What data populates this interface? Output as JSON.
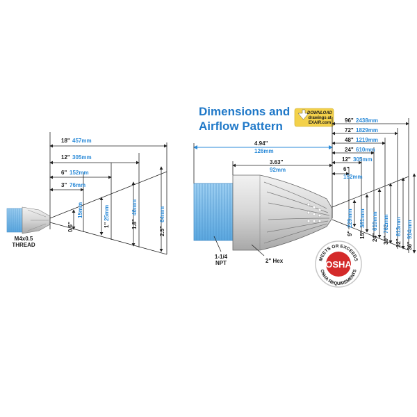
{
  "title": {
    "line1": "Dimensions and",
    "line2": "Airflow Pattern"
  },
  "download": {
    "line1": "DOWNLOAD",
    "line2": "drawings at",
    "line3": "EXAIR.com"
  },
  "colors": {
    "accent": "#2a8ad8",
    "title": "#1f78c8",
    "badge": "#f3d14a",
    "osha_red": "#d42a2a"
  },
  "small_nozzle": {
    "thread": [
      "M4x0.5",
      "THREAD"
    ],
    "horizontal": [
      {
        "in": "18\"",
        "mm": "457mm"
      },
      {
        "in": "12\"",
        "mm": "305mm"
      },
      {
        "in": "6\"",
        "mm": "152mm"
      },
      {
        "in": "3\"",
        "mm": "76mm"
      }
    ],
    "vertical": [
      {
        "in": "0.6\"",
        "mm": "15mm"
      },
      {
        "in": "1\"",
        "mm": "25mm"
      },
      {
        "in": "1.8\"",
        "mm": "46mm"
      },
      {
        "in": "2.5\"",
        "mm": "64mm"
      }
    ]
  },
  "large_nozzle": {
    "overall": {
      "in": "4.94\"",
      "mm": "126mm"
    },
    "body": {
      "in": "3.63\"",
      "mm": "92mm"
    },
    "npt": [
      "1-1/4",
      "NPT"
    ],
    "hex": "2\" Hex",
    "horizontal": [
      {
        "in": "96\"",
        "mm": "2438mm"
      },
      {
        "in": "72\"",
        "mm": "1829mm"
      },
      {
        "in": "48\"",
        "mm": "1219mm"
      },
      {
        "in": "24\"",
        "mm": "610mm"
      },
      {
        "in": "12\"",
        "mm": "305mm"
      },
      {
        "in": "6\"",
        "mm": "152mm"
      }
    ],
    "vertical": [
      {
        "in": "9\"",
        "mm": "229mm"
      },
      {
        "in": "15\"",
        "mm": "381mm"
      },
      {
        "in": "24\"",
        "mm": "610mm"
      },
      {
        "in": "30\"",
        "mm": "762mm"
      },
      {
        "in": "32\"",
        "mm": "813mm"
      },
      {
        "in": "36\"",
        "mm": "914mm"
      }
    ]
  },
  "osha": {
    "top": "MEETS OR EXCEEDS",
    "center": "OSHA",
    "bottom": "OSHA REQUIREMENTS"
  }
}
